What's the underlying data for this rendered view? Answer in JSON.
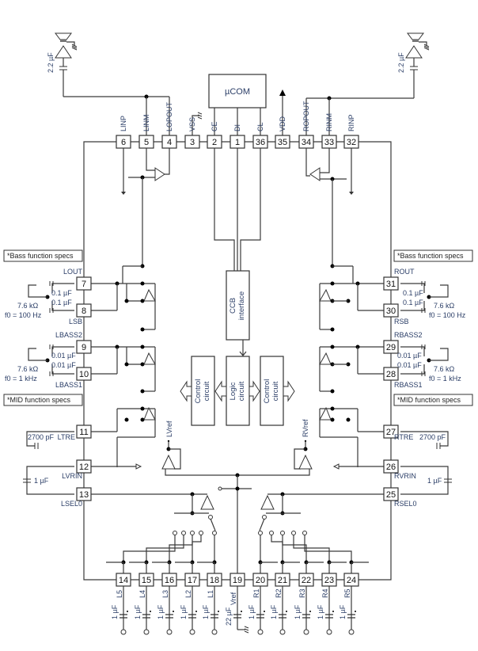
{
  "title": "Block diagram with external circuit",
  "mcu_label": "µCOM",
  "ccb_label": [
    "CCB",
    "interface"
  ],
  "logic_label": [
    "Logic",
    "circuit"
  ],
  "control_label": [
    "Control",
    "circuit"
  ],
  "lvref_label": "LVref",
  "rvref_label": "RVref",
  "top_pins": [
    {
      "num": "6",
      "name": "LINP"
    },
    {
      "num": "5",
      "name": "LINM"
    },
    {
      "num": "4",
      "name": "LOPOUT"
    },
    {
      "num": "3",
      "name": "VSS"
    },
    {
      "num": "2",
      "name": "CE"
    },
    {
      "num": "1",
      "name": "DI"
    },
    {
      "num": "36",
      "name": "CL"
    },
    {
      "num": "35",
      "name": "VDD"
    },
    {
      "num": "34",
      "name": "ROPOUT"
    },
    {
      "num": "33",
      "name": "RINM"
    },
    {
      "num": "32",
      "name": "RINP"
    }
  ],
  "left_pins": [
    {
      "num": "7",
      "name": "LOUT"
    },
    {
      "num": "8",
      "name": "LSB"
    },
    {
      "num": "9",
      "name": "LBASS2"
    },
    {
      "num": "10",
      "name": "LBASS1"
    },
    {
      "num": "11",
      "name": "LTRE"
    },
    {
      "num": "12",
      "name": "LVRIN"
    },
    {
      "num": "13",
      "name": "LSEL0"
    }
  ],
  "right_pins": [
    {
      "num": "31",
      "name": "ROUT"
    },
    {
      "num": "30",
      "name": "RSB"
    },
    {
      "num": "29",
      "name": "RBASS2"
    },
    {
      "num": "28",
      "name": "RBASS1"
    },
    {
      "num": "27",
      "name": "RTRE"
    },
    {
      "num": "26",
      "name": "RVRIN"
    },
    {
      "num": "25",
      "name": "RSEL0"
    }
  ],
  "bottom_pins": [
    {
      "num": "14",
      "name": "L5",
      "cap": "1 µF"
    },
    {
      "num": "15",
      "name": "L4",
      "cap": "1 µF"
    },
    {
      "num": "16",
      "name": "L3",
      "cap": "1 µF"
    },
    {
      "num": "17",
      "name": "L2",
      "cap": "1 µF"
    },
    {
      "num": "18",
      "name": "L1",
      "cap": "1 µF"
    },
    {
      "num": "19",
      "name": "Vref",
      "cap": "22 µF"
    },
    {
      "num": "20",
      "name": "R1",
      "cap": "1 µF"
    },
    {
      "num": "21",
      "name": "R2",
      "cap": "1 µF"
    },
    {
      "num": "22",
      "name": "R3",
      "cap": "1 µF"
    },
    {
      "num": "23",
      "name": "R4",
      "cap": "1 µF"
    },
    {
      "num": "24",
      "name": "R5",
      "cap": "1 µF"
    }
  ],
  "speaker_cap": "2.2 µF",
  "notes": {
    "bass": "*Bass function specs",
    "mid": "*MID function specs"
  },
  "bass_filter": {
    "cap1": "0.1 µF",
    "cap2": "0.1 µF",
    "res": "7.6 kΩ",
    "f0": "f0 = 100 Hz"
  },
  "mid_filter": {
    "cap1": "0.01 µF",
    "cap2": "0.01 µF",
    "res": "7.6 kΩ",
    "f0": "f0 = 1 kHz"
  },
  "treble_cap": "2700 pF",
  "vrin_cap": "1 µF"
}
